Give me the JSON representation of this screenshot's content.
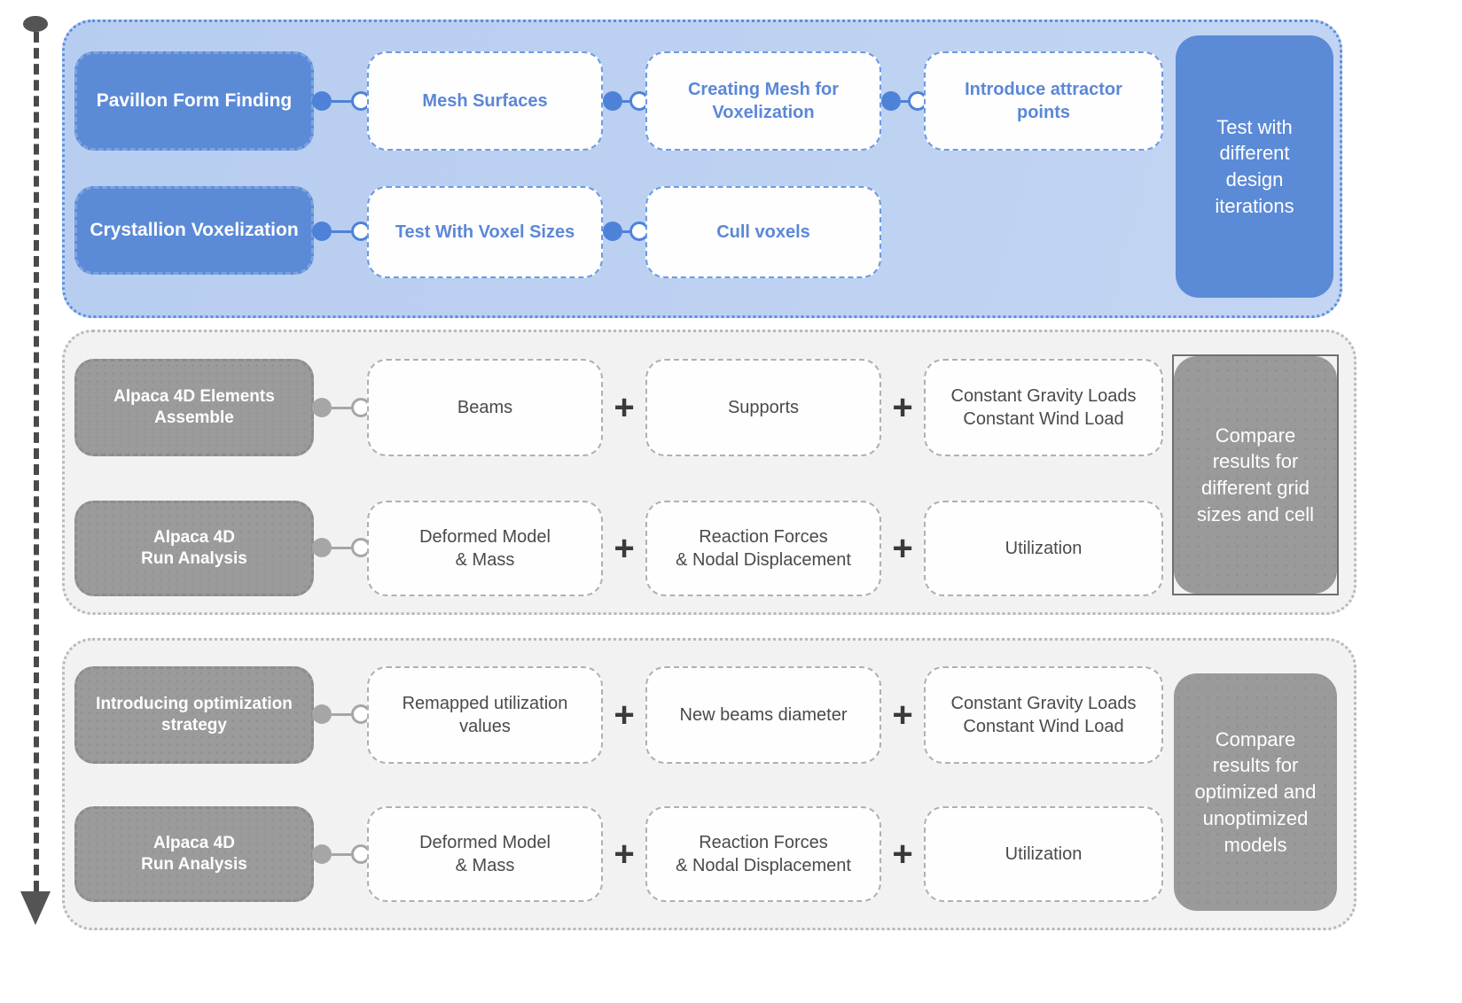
{
  "timeline": {
    "name": "process-timeline",
    "start_marker": "dot",
    "end_marker": "arrow-down"
  },
  "sections": [
    {
      "id": "form-finding",
      "theme": "blue",
      "rows": [
        {
          "head": "Pavillon Form Finding",
          "steps": [
            "Mesh Surfaces",
            "Creating Mesh  for\nVoxelization",
            "Introduce attractor\npoints"
          ],
          "connector_style": "dot-line-ring",
          "separators": []
        },
        {
          "head": "Crystallion Voxelization",
          "steps": [
            "Test With Voxel Sizes",
            "Cull voxels"
          ],
          "connector_style": "dot-line-ring",
          "separators": []
        }
      ],
      "result": "Test with different design iterations",
      "result_selected": false
    },
    {
      "id": "structural-analysis",
      "theme": "gray",
      "rows": [
        {
          "head": "Alpaca 4D Elements\nAssemble",
          "steps": [
            "Beams",
            "Supports",
            "Constant Gravity Loads\nConstant Wind Load"
          ],
          "connector_style": "dot-line-ring",
          "separators": [
            "+",
            "+"
          ]
        },
        {
          "head": "Alpaca 4D\nRun Analysis",
          "steps": [
            "Deformed Model\n& Mass",
            "Reaction Forces\n& Nodal Displacement",
            "Utilization"
          ],
          "connector_style": "dot-line-ring",
          "separators": [
            "+",
            "+"
          ]
        }
      ],
      "result": "Compare results for different grid sizes and cell",
      "result_selected": true
    },
    {
      "id": "optimization",
      "theme": "gray",
      "rows": [
        {
          "head": "Introducing optimization\nstrategy",
          "steps": [
            "Remapped utilization\nvalues",
            "New beams diameter",
            "Constant Gravity Loads\nConstant Wind Load"
          ],
          "connector_style": "dot-line-ring",
          "separators": [
            "+",
            "+"
          ]
        },
        {
          "head": "Alpaca 4D\nRun Analysis",
          "steps": [
            "Deformed Model\n& Mass",
            "Reaction Forces\n& Nodal Displacement",
            "Utilization"
          ],
          "connector_style": "dot-line-ring",
          "separators": [
            "+",
            "+"
          ]
        }
      ],
      "result": "Compare results for optimized and unoptimized models",
      "result_selected": false
    }
  ],
  "colors": {
    "blue_panel_bg": "#bdd0f2",
    "blue_accent": "#5b8ad6",
    "blue_text": "#5b87d8",
    "gray_panel_bg": "#f2f2f2",
    "gray_accent": "#9a9a9a",
    "gray_text": "#4a4a4a",
    "timeline": "#545454"
  }
}
